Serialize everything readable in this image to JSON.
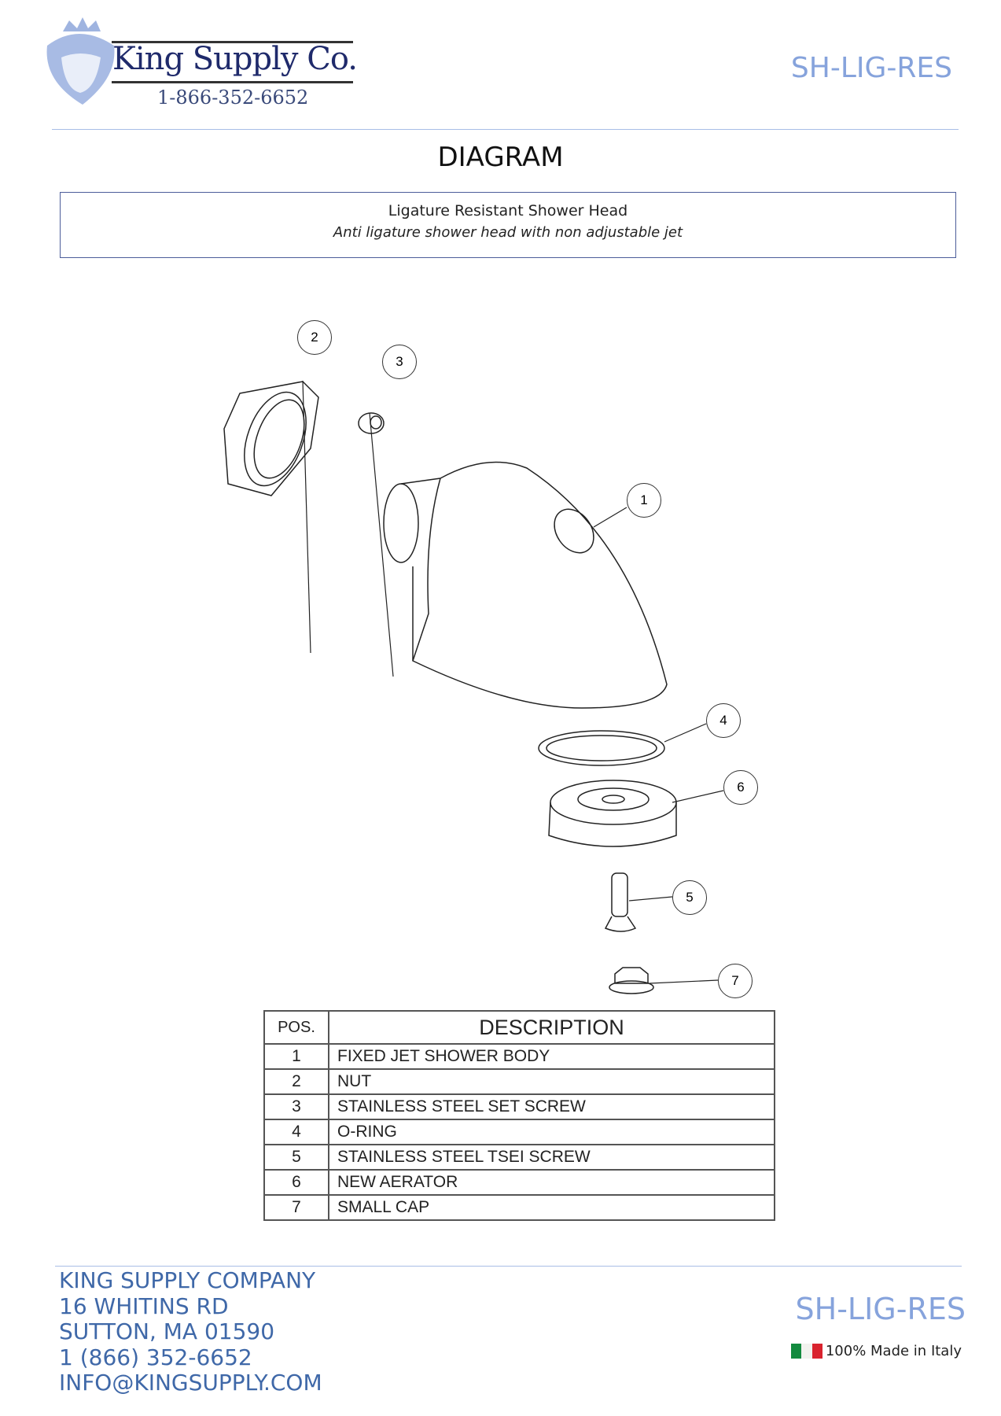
{
  "header": {
    "company": "King Supply Co.",
    "phone": "1-866-352-6652",
    "product_code": "SH-LIG-RES"
  },
  "title": "DIAGRAM",
  "product": {
    "name": "Ligature Resistant Shower Head",
    "subtitle": "Anti ligature shower head with non adjustable jet"
  },
  "callouts": [
    "1",
    "2",
    "3",
    "4",
    "5",
    "6",
    "7"
  ],
  "table": {
    "headers": [
      "POS.",
      "DESCRIPTION"
    ],
    "rows": [
      {
        "pos": "1",
        "description": "FIXED JET SHOWER BODY"
      },
      {
        "pos": "2",
        "description": "NUT"
      },
      {
        "pos": "3",
        "description": "STAINLESS STEEL SET SCREW"
      },
      {
        "pos": "4",
        "description": "O-RING"
      },
      {
        "pos": "5",
        "description": "STAINLESS STEEL TSEI SCREW"
      },
      {
        "pos": "6",
        "description": "NEW AERATOR"
      },
      {
        "pos": "7",
        "description": "SMALL CAP"
      }
    ]
  },
  "footer": {
    "address": [
      "KING SUPPLY COMPANY",
      "16 WHITINS RD",
      "SUTTON, MA 01590",
      "1 (866) 352-6652",
      "INFO@KINGSUPPLY.COM"
    ],
    "product_code": "SH-LIG-RES",
    "origin": "100% Made in Italy"
  },
  "colors": {
    "accent": "#86a3dc",
    "footer_text": "#3f68a8",
    "brand": "#1f2a6b"
  }
}
